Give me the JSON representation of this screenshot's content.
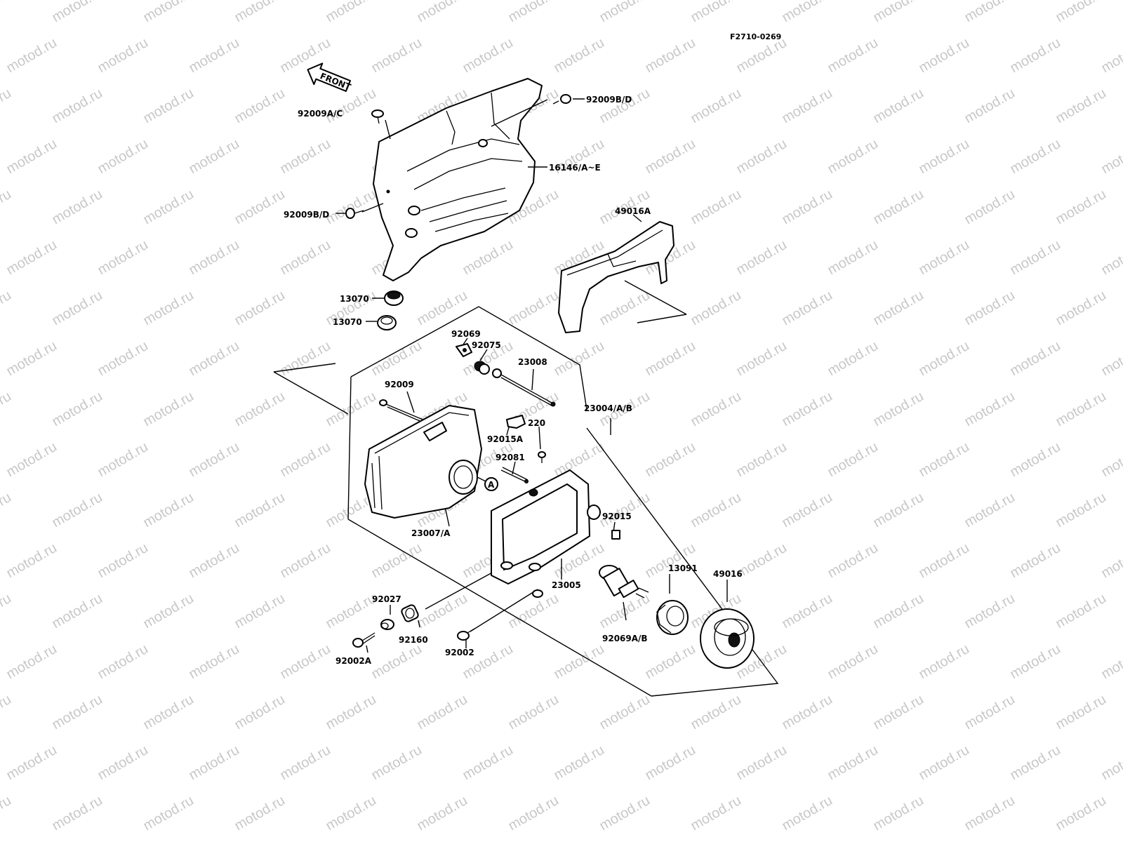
{
  "figure_code": "F2710-0269",
  "watermark": "motod.ru",
  "front_label": "FRONT",
  "callout_a": "A",
  "labels": {
    "p92009AC": "92009A/C",
    "p92009BD_top": "92009B/D",
    "p16146": "16146/A~E",
    "p92009BD_left": "92009B/D",
    "p49016A": "49016A",
    "p13070_a": "13070",
    "p13070_b": "13070",
    "p92069": "92069",
    "p92075": "92075",
    "p23008": "23008",
    "p92009": "92009",
    "p23004": "23004/A/B",
    "p220": "220",
    "p92015A": "92015A",
    "p92081": "92081",
    "p92015": "92015",
    "p23007": "23007/A",
    "p13091": "13091",
    "p49016": "49016",
    "p23005": "23005",
    "p92027": "92027",
    "p92160": "92160",
    "p92002": "92002",
    "p92069AB": "92069A/B",
    "p92002A": "92002A"
  }
}
